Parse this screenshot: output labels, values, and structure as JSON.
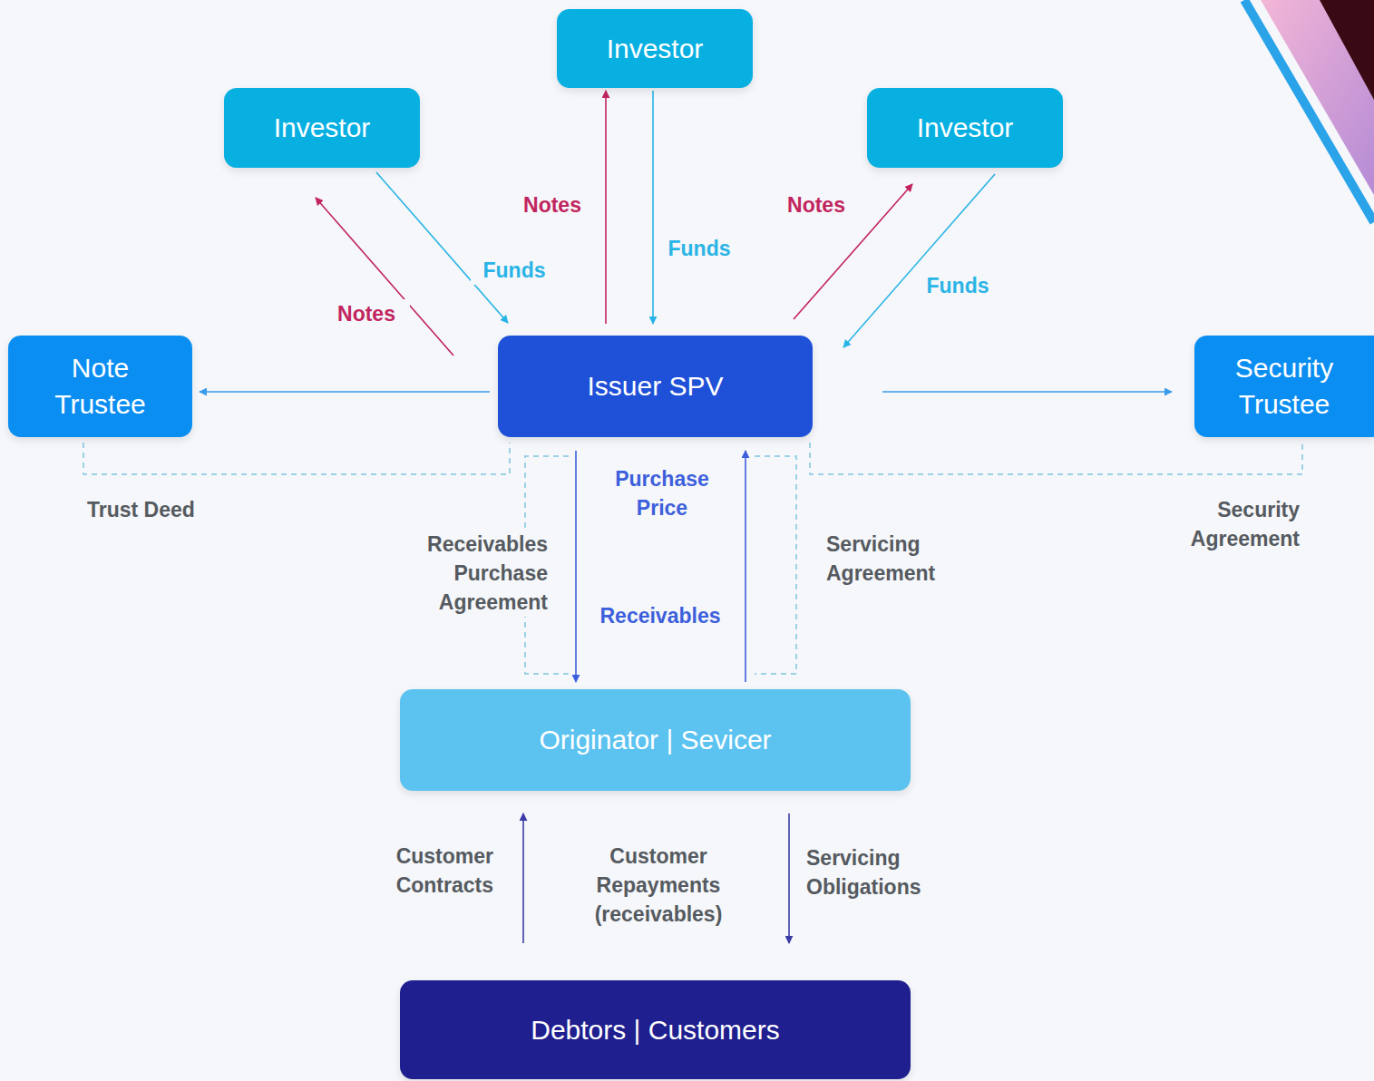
{
  "diagram": {
    "nodes": [
      {
        "text": [
          "Investor"
        ]
      },
      {
        "text": [
          "Investor"
        ]
      },
      {
        "text": [
          "Investor"
        ]
      },
      {
        "text": [
          "Note Trustee"
        ]
      },
      {
        "text": [
          "Issuer SPV"
        ]
      },
      {
        "text": [
          "Security Trustee"
        ]
      },
      {
        "text": [
          "Originator | Sevicer"
        ]
      },
      {
        "text": [
          "Debtors | Customers"
        ]
      }
    ],
    "edges": [
      {
        "from": 4,
        "to": 1,
        "label": "Notes",
        "arrow": "to"
      },
      {
        "from": 1,
        "to": 4,
        "label": "Funds",
        "arrow": "to"
      },
      {
        "from": 4,
        "to": 0,
        "label": "Notes",
        "arrow": "to"
      },
      {
        "from": 0,
        "to": 4,
        "label": "Funds",
        "arrow": "to"
      },
      {
        "from": 4,
        "to": 2,
        "label": "Notes",
        "arrow": "to"
      },
      {
        "from": 2,
        "to": 4,
        "label": "Funds",
        "arrow": "to"
      },
      {
        "from": 4,
        "to": 3,
        "arrow": "to"
      },
      {
        "from": 4,
        "to": 5,
        "arrow": "to"
      },
      {
        "from": 4,
        "to": 6,
        "label": "Purchase Price",
        "arrow": "to"
      },
      {
        "from": 6,
        "to": 4,
        "label": "Receivables",
        "arrow": "to"
      },
      {
        "from": 7,
        "to": 6,
        "label": "Customer Contracts",
        "arrow": "to"
      },
      {
        "from": 6,
        "to": 7,
        "label": "Servicing Obligations",
        "arrow": "to"
      }
    ],
    "labels": [
      "Trust Deed",
      "Security Agreement",
      "Receivables Purchase Agreement",
      "Servicing Agreement",
      "Customer Repayments (receivables)"
    ]
  }
}
